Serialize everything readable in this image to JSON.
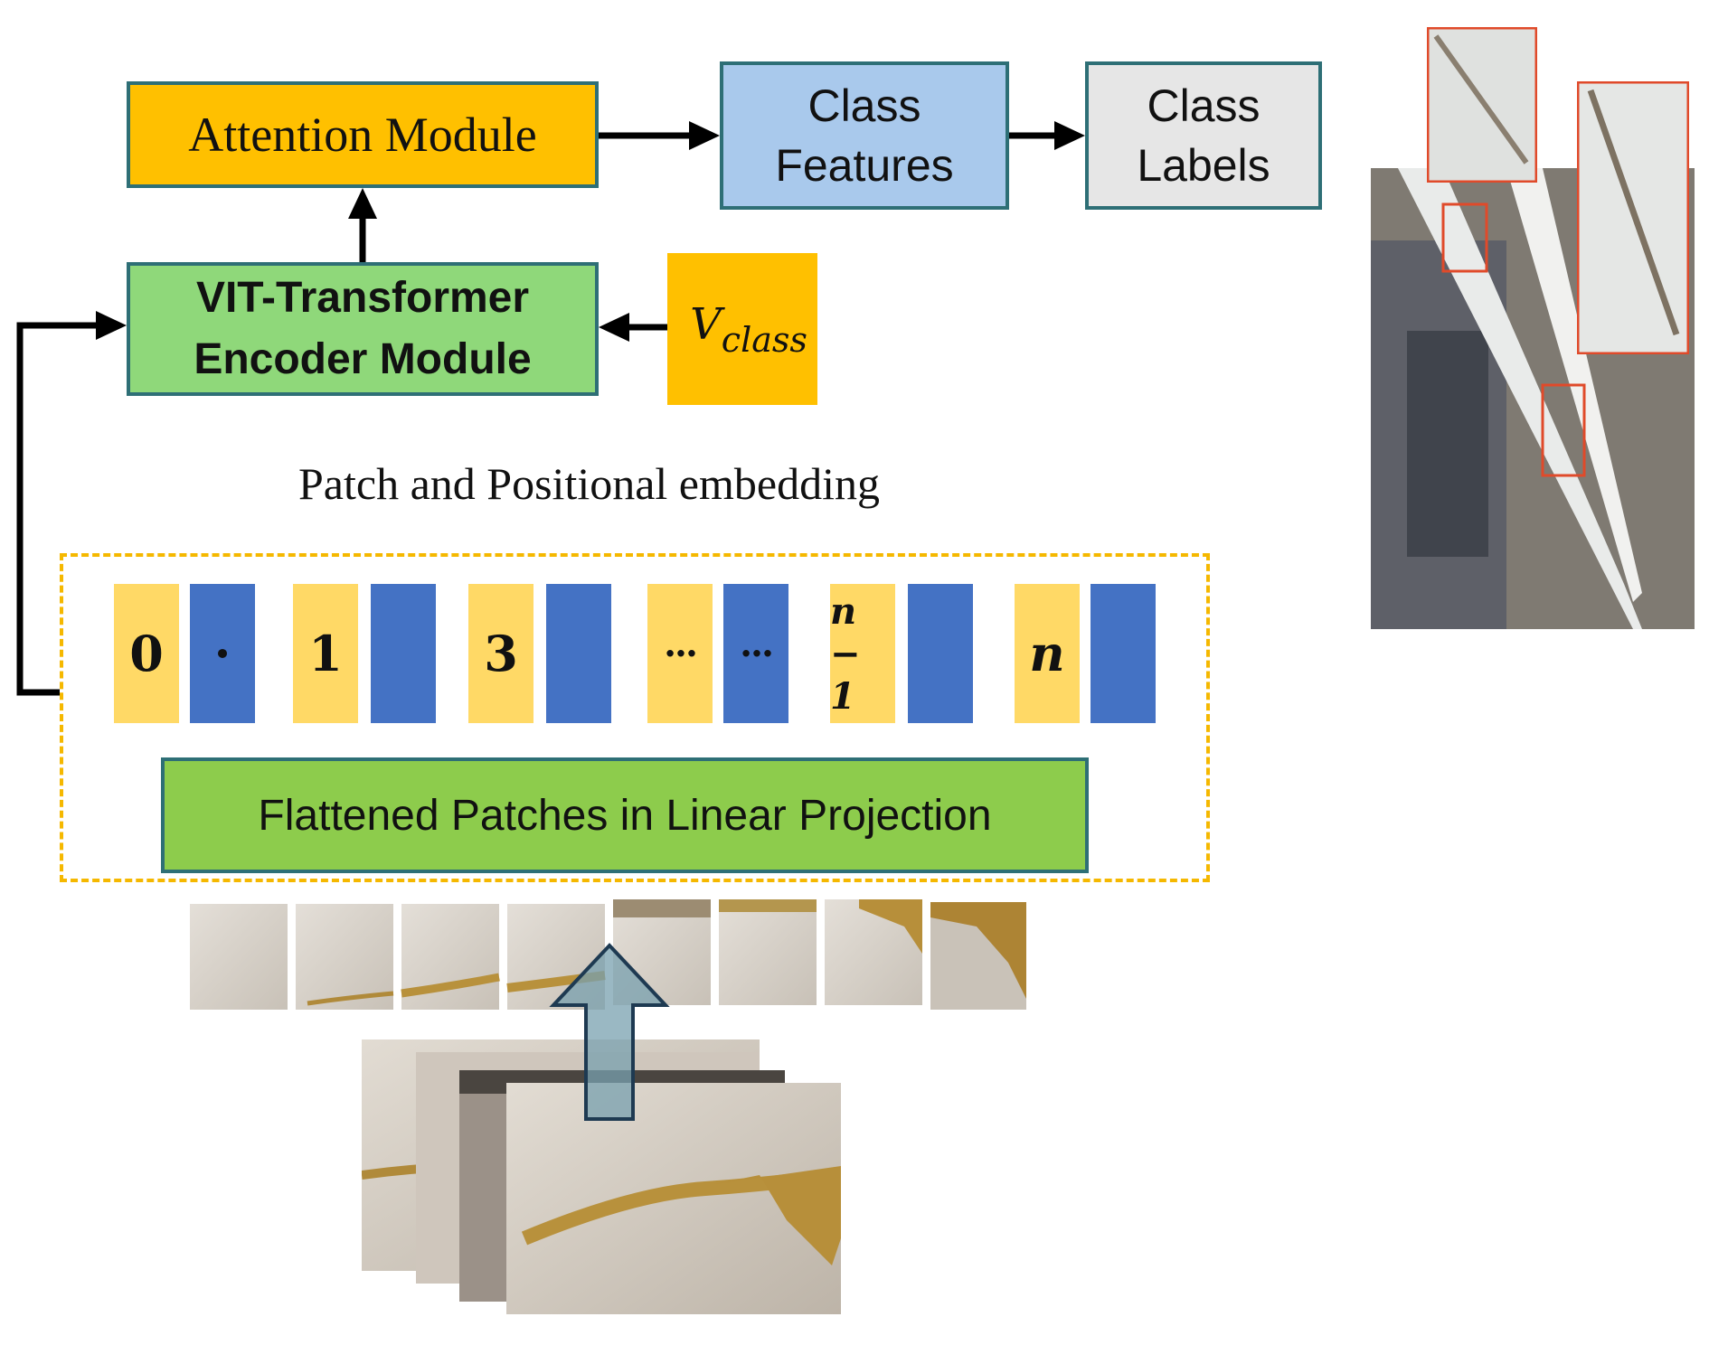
{
  "modules": {
    "attention": "Attention Module",
    "class_features_line1": "Class",
    "class_features_line2": "Features",
    "class_labels_line1": "Class",
    "class_labels_line2": "Labels",
    "vit_line1": "VIT-Transformer",
    "vit_line2": "Encoder Module",
    "vclass_base": "V",
    "vclass_sub": "class",
    "flatten": "Flattened Patches in Linear Projection"
  },
  "embedding": {
    "title": "Patch and Positional embedding",
    "tokens": [
      {
        "position": "0",
        "patch": "·"
      },
      {
        "position": "1",
        "patch": ""
      },
      {
        "position": "3",
        "patch": ""
      },
      {
        "position": "···",
        "patch": "···"
      },
      {
        "position": "n − 1",
        "patch": ""
      },
      {
        "position": "n",
        "patch": ""
      }
    ]
  },
  "colors": {
    "module_border": "#2e6f76",
    "attention_fill": "#ffc000",
    "class_features_fill": "#a9c9ec",
    "class_labels_fill": "#e6e6e6",
    "encoder_fill": "#8fd87a",
    "projection_fill": "#8dcc4c",
    "position_token": "#ffd966",
    "patch_token": "#4472c4",
    "frame_dash": "#f5b800",
    "zoom_box": "#e04a2a"
  },
  "icons": {
    "blade_photo": "wind-turbine-blade-photo",
    "damage_patches": "blade-surface-damage-patches",
    "input_images": "blade-damage-image-stack",
    "upload_arrow": "up-arrow-icon"
  }
}
